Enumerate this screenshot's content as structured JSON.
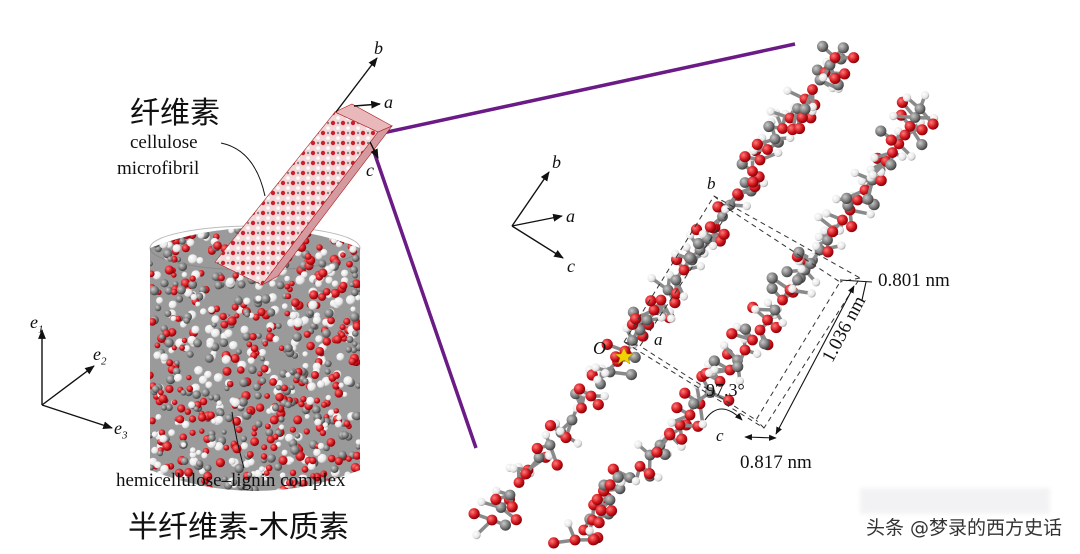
{
  "labels": {
    "cellulose_cn": "纤维素",
    "cellulose_en_1": "cellulose",
    "cellulose_en_2": "microfibril",
    "hemi_en": "hemicellulose–lignin complex",
    "hemi_cn": "半纤维素-木质素",
    "axis_b": "b",
    "axis_a": "a",
    "axis_c": "c",
    "e1": "e",
    "e1_sub": "1",
    "e2": "e",
    "e2_sub": "2",
    "e3": "e",
    "e3_sub": "3",
    "origin": "O",
    "cell_b": "b",
    "cell_a": "a",
    "cell_c": "c",
    "dim_0801": "0.801 nm",
    "dim_1036": "1.036 nm",
    "dim_0817": "0.817 nm",
    "angle": "97.3°",
    "watermark": "头条 @梦录的西方史话"
  },
  "colors": {
    "oxygen": "#d0141b",
    "carbon": "#7a7a7a",
    "hydrogen": "#e6e6e6",
    "connector": "#6b1b86",
    "axis": "#111111"
  },
  "icons": [
    "axis-arrows",
    "molecule-ball-stick"
  ]
}
